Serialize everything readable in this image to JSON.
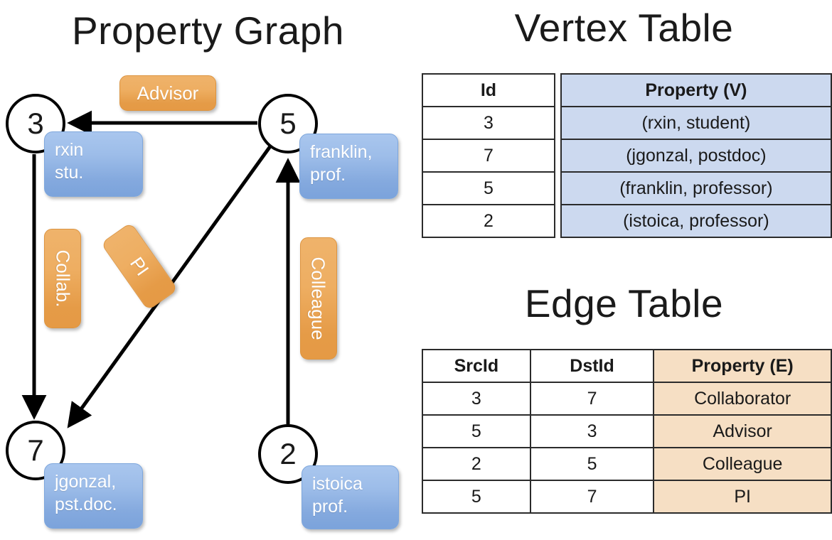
{
  "titles": {
    "property_graph": "Property Graph",
    "vertex_table": "Vertex Table",
    "edge_table": "Edge Table"
  },
  "colors": {
    "vertex_property_fill": "#ccd9ef",
    "edge_property_fill": "#f6dfc4",
    "node_box_blue": "#9dbde9",
    "edge_label_orange": "#eeae62",
    "stroke": "#000000"
  },
  "graph": {
    "nodes": [
      {
        "id": "3",
        "property_line1": "rxin",
        "property_line2": "stu."
      },
      {
        "id": "5",
        "property_line1": "franklin,",
        "property_line2": "prof."
      },
      {
        "id": "7",
        "property_line1": "jgonzal,",
        "property_line2": "pst.doc."
      },
      {
        "id": "2",
        "property_line1": "istoica",
        "property_line2": "prof."
      }
    ],
    "edge_labels": [
      {
        "name": "advisor-label",
        "text": "Advisor"
      },
      {
        "name": "collab-label",
        "text": "Collab."
      },
      {
        "name": "pi-label",
        "text": "PI"
      },
      {
        "name": "colleague-label",
        "text": "Colleague"
      }
    ],
    "edges": [
      {
        "src": "5",
        "dst": "3",
        "label": "Advisor"
      },
      {
        "src": "3",
        "dst": "7",
        "label": "Collab."
      },
      {
        "src": "5",
        "dst": "7",
        "label": "PI"
      },
      {
        "src": "2",
        "dst": "5",
        "label": "Colleague"
      }
    ]
  },
  "vertex_table": {
    "headers": [
      "Id",
      "Property (V)"
    ],
    "rows": [
      {
        "id": "3",
        "property": "(rxin, student)"
      },
      {
        "id": "7",
        "property": "(jgonzal, postdoc)"
      },
      {
        "id": "5",
        "property": "(franklin, professor)"
      },
      {
        "id": "2",
        "property": "(istoica, professor)"
      }
    ]
  },
  "edge_table": {
    "headers": [
      "SrcId",
      "DstId",
      "Property (E)"
    ],
    "rows": [
      {
        "src": "3",
        "dst": "7",
        "property": "Collaborator"
      },
      {
        "src": "5",
        "dst": "3",
        "property": "Advisor"
      },
      {
        "src": "2",
        "dst": "5",
        "property": "Colleague"
      },
      {
        "src": "5",
        "dst": "7",
        "property": "PI"
      }
    ]
  }
}
